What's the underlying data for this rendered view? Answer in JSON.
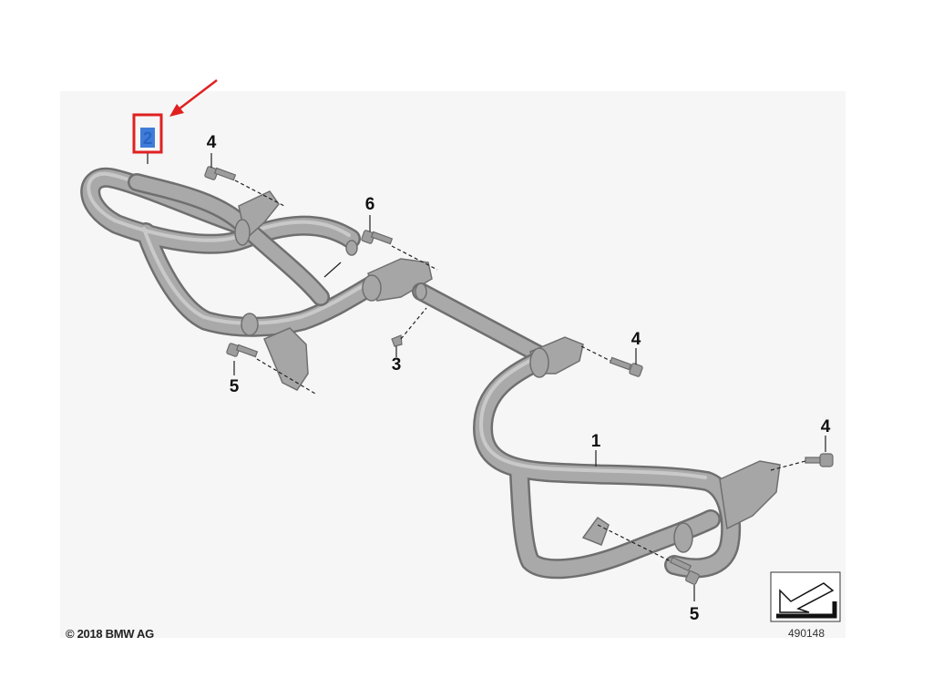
{
  "labels": {
    "p1": "1",
    "p2": "2",
    "p3": "3",
    "p4a": "4",
    "p4b": "4",
    "p4c": "4",
    "p5a": "5",
    "p5b": "5",
    "p6": "6"
  },
  "copyright": "© 2018 BMW AG",
  "drawing_number": "490148",
  "colors": {
    "highlight": "#e02020",
    "part": "#a9a9a9"
  },
  "icons": [
    "red-arrow-icon",
    "orientation-arrow-icon"
  ]
}
